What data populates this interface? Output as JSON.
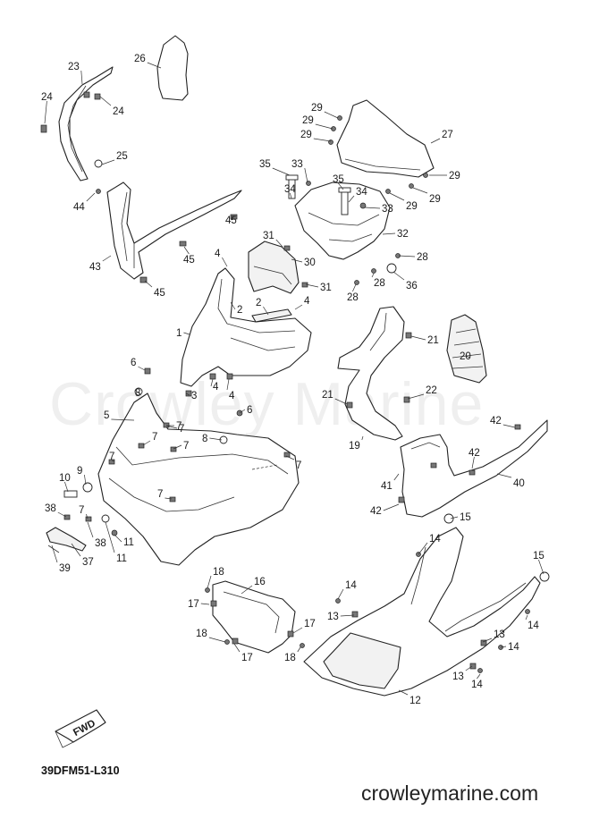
{
  "diagram": {
    "code": "39DFM51-L310",
    "website": "crowleymarine.com",
    "watermark": "Crowley Marine",
    "fwd_label": "FWD",
    "callouts": [
      {
        "n": "1"
      },
      {
        "n": "2"
      },
      {
        "n": "2"
      },
      {
        "n": "3"
      },
      {
        "n": "4"
      },
      {
        "n": "4"
      },
      {
        "n": "4"
      },
      {
        "n": "4"
      },
      {
        "n": "5"
      },
      {
        "n": "6"
      },
      {
        "n": "6"
      },
      {
        "n": "7"
      },
      {
        "n": "7"
      },
      {
        "n": "7"
      },
      {
        "n": "7"
      },
      {
        "n": "7"
      },
      {
        "n": "7"
      },
      {
        "n": "7"
      },
      {
        "n": "7"
      },
      {
        "n": "8"
      },
      {
        "n": "8"
      },
      {
        "n": "9"
      },
      {
        "n": "10"
      },
      {
        "n": "11"
      },
      {
        "n": "11"
      },
      {
        "n": "12"
      },
      {
        "n": "13"
      },
      {
        "n": "13"
      },
      {
        "n": "13"
      },
      {
        "n": "14"
      },
      {
        "n": "14"
      },
      {
        "n": "14"
      },
      {
        "n": "14"
      },
      {
        "n": "14"
      },
      {
        "n": "15"
      },
      {
        "n": "15"
      },
      {
        "n": "16"
      },
      {
        "n": "17"
      },
      {
        "n": "17"
      },
      {
        "n": "17"
      },
      {
        "n": "18"
      },
      {
        "n": "18"
      },
      {
        "n": "18"
      },
      {
        "n": "19"
      },
      {
        "n": "20"
      },
      {
        "n": "21"
      },
      {
        "n": "21"
      },
      {
        "n": "22"
      },
      {
        "n": "23"
      },
      {
        "n": "24"
      },
      {
        "n": "24"
      },
      {
        "n": "25"
      },
      {
        "n": "26"
      },
      {
        "n": "27"
      },
      {
        "n": "28"
      },
      {
        "n": "28"
      },
      {
        "n": "28"
      },
      {
        "n": "29"
      },
      {
        "n": "29"
      },
      {
        "n": "29"
      },
      {
        "n": "29"
      },
      {
        "n": "29"
      },
      {
        "n": "29"
      },
      {
        "n": "30"
      },
      {
        "n": "31"
      },
      {
        "n": "31"
      },
      {
        "n": "32"
      },
      {
        "n": "33"
      },
      {
        "n": "33"
      },
      {
        "n": "34"
      },
      {
        "n": "34"
      },
      {
        "n": "35"
      },
      {
        "n": "35"
      },
      {
        "n": "36"
      },
      {
        "n": "37"
      },
      {
        "n": "38"
      },
      {
        "n": "38"
      },
      {
        "n": "39"
      },
      {
        "n": "40"
      },
      {
        "n": "41"
      },
      {
        "n": "42"
      },
      {
        "n": "42"
      },
      {
        "n": "42"
      },
      {
        "n": "43"
      },
      {
        "n": "44"
      },
      {
        "n": "45"
      },
      {
        "n": "45"
      },
      {
        "n": "45"
      }
    ]
  }
}
